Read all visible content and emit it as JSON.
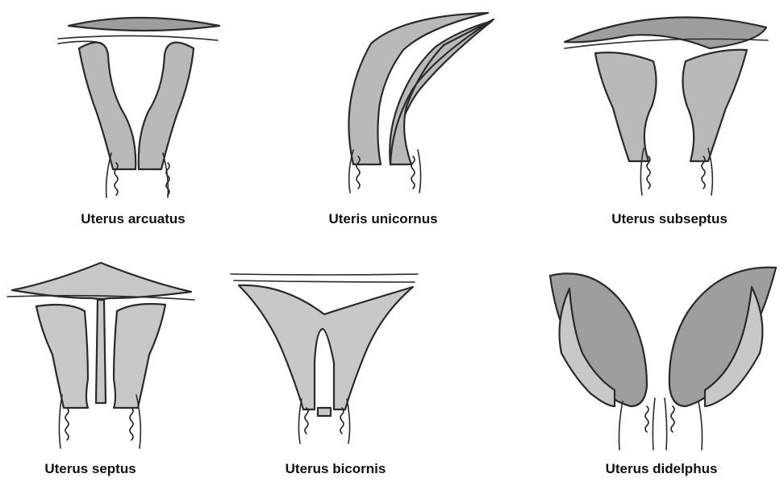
{
  "figure": {
    "labels": [
      "Uterus arcuatus",
      "Uteris unicornus",
      "Uterus subseptus",
      "Uterus septus",
      "Uterus bicornis",
      "Uterus didelphus"
    ]
  },
  "colors": {
    "shading": "#b9b9b9",
    "outline": "#2a2a2a",
    "background": "#ffffff"
  }
}
